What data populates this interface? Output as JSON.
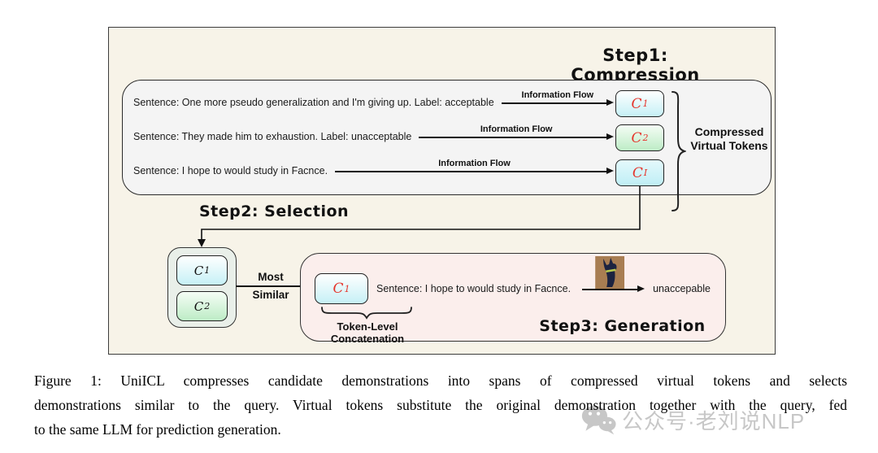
{
  "step1": {
    "title": "Step1: Compression",
    "rows": [
      {
        "text": "Sentence: One more pseudo generalization and I'm giving up. Label: acceptable",
        "arrow_label": "Information Flow",
        "token_base": "C",
        "token_sup": "1"
      },
      {
        "text": "Sentence: They made him to exhaustion. Label: unacceptable",
        "arrow_label": "Information Flow",
        "token_base": "C",
        "token_sup": "2"
      },
      {
        "text": "Sentence: I hope to would study in Facnce.",
        "arrow_label": "Information Flow",
        "token_base": "C",
        "token_sup": "I"
      }
    ],
    "brace_label_line1": "Compressed",
    "brace_label_line2": "Virtual Tokens"
  },
  "step2": {
    "title": "Step2: Selection",
    "tokens": [
      {
        "base": "C",
        "sup": "1"
      },
      {
        "base": "C",
        "sup": "2"
      }
    ],
    "arrow_label_line1": "Most",
    "arrow_label_line2": "Similar"
  },
  "step3": {
    "title": "Step3: Generation",
    "token_base": "C",
    "token_sup": "1",
    "query_text": "Sentence: I hope to would study in Facnce.",
    "output_text": "unaccepable",
    "brace_label_line1": "Token-Level",
    "brace_label_line2": "Concatenation",
    "llm_icon": "llama-icon"
  },
  "caption": {
    "lines": [
      "Figure 1: UniICL compresses candidate demonstrations into spans of compressed virtual tokens and selects",
      "demonstrations similar to the query. Virtual tokens substitute the original demonstration together with the query, fed",
      "to the same LLM for prediction generation."
    ]
  },
  "watermark": {
    "text": "公众号·老刘说NLP",
    "icon": "wechat-icon"
  },
  "colors": {
    "diagram_bg": "#f7f3e8",
    "demos_bg": "#f4f4f4",
    "selection_bg": "#e9efe9",
    "step3_bg": "#fbeeec",
    "token_cyan": "#c6f0f6",
    "token_green": "#bdecc6",
    "token_text_red": "#e5342b",
    "llama_icon_bg": "#a87d52",
    "llama_icon_fg": "#1c2340",
    "watermark_gray": "#9a9a9a"
  }
}
